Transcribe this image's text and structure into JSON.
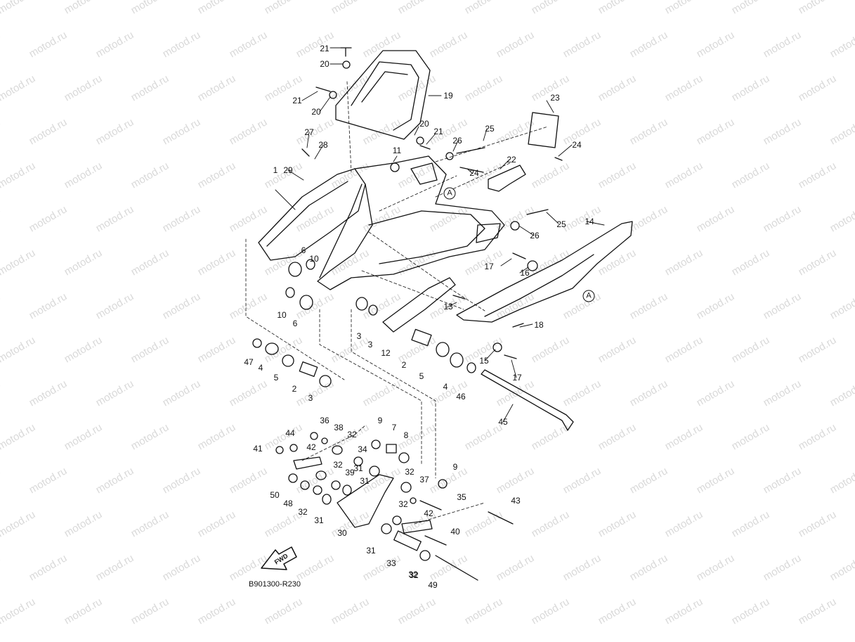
{
  "watermark": "motod.ru",
  "diagram_code": "B901300-R230",
  "fwd_label": "FWD",
  "ref_mark": "A",
  "callouts": [
    "1",
    "2",
    "2",
    "3",
    "3",
    "3",
    "4",
    "4",
    "5",
    "5",
    "6",
    "6",
    "7",
    "8",
    "9",
    "9",
    "10",
    "10",
    "11",
    "12",
    "13",
    "14",
    "15",
    "16",
    "17",
    "17",
    "18",
    "19",
    "20",
    "20",
    "20",
    "21",
    "21",
    "21",
    "22",
    "23",
    "24",
    "24",
    "25",
    "25",
    "26",
    "26",
    "27",
    "28",
    "29",
    "30",
    "31",
    "31",
    "31",
    "31",
    "32",
    "32",
    "32",
    "32",
    "32",
    "32",
    "32",
    "33",
    "34",
    "35",
    "36",
    "37",
    "38",
    "39",
    "40",
    "41",
    "42",
    "42",
    "43",
    "44",
    "45",
    "46",
    "47",
    "48",
    "49",
    "50"
  ]
}
